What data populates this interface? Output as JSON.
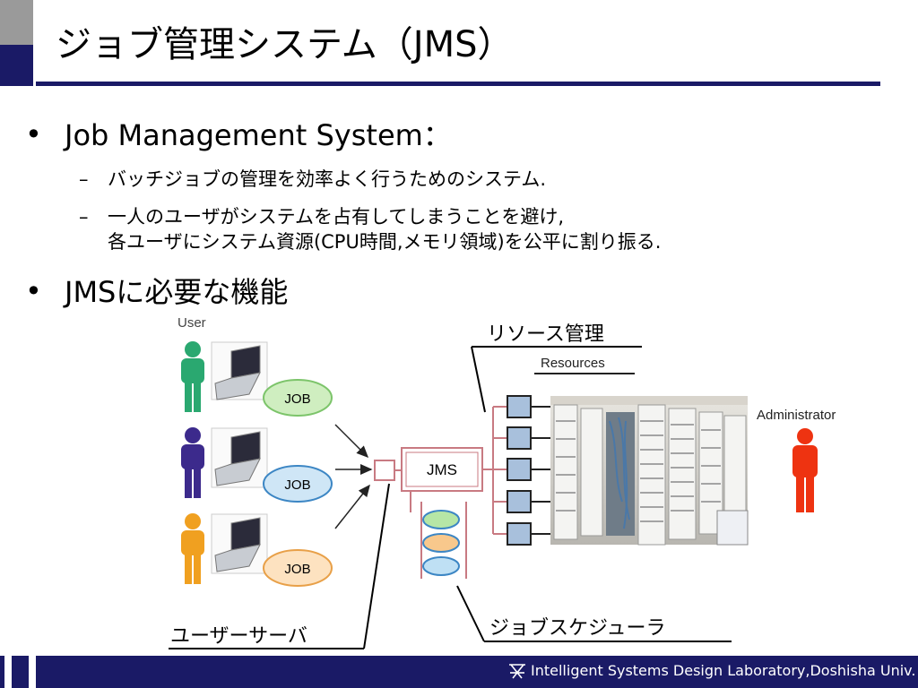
{
  "slide": {
    "title": "ジョブ管理システム（JMS）",
    "bullets": [
      {
        "text": "Job Management System：",
        "subs": [
          "バッチジョブの管理を効率よく行うためのシステム.",
          "一人のユーザがシステムを占有してしまうことを避け,",
          "各ユーザにシステム資源(CPU時間,メモリ領域)を公平に割り振る."
        ]
      },
      {
        "text": "JMSに必要な機能"
      }
    ],
    "bullet_symbol": "•",
    "dash_symbol": "–"
  },
  "diagram": {
    "user_label": "User",
    "job_labels": [
      "JOB",
      "JOB",
      "JOB"
    ],
    "jms_label": "JMS",
    "resources_label": "Resources",
    "resource_mgmt_label": "リソース管理",
    "administrator_label": "Administrator",
    "user_server_label": "ユーザーサーバ",
    "scheduler_label": "ジョブスケジューラ",
    "colors": {
      "user1": "#2aa870",
      "user2": "#3c2a8c",
      "user3": "#f0a020",
      "admin": "#ee3311",
      "job1": "#cfeec0",
      "job2": "#cfe6f6",
      "job3": "#fde2c0",
      "queue1": "#b6e6a6",
      "queue2": "#f8c88c",
      "queue3": "#bfe0f4",
      "resource_box": "#a8c0dc"
    }
  },
  "footer": {
    "text": "Intelligent Systems Design Laboratory,Doshisha Univ.",
    "logo_icon": "lab-logo-icon"
  }
}
